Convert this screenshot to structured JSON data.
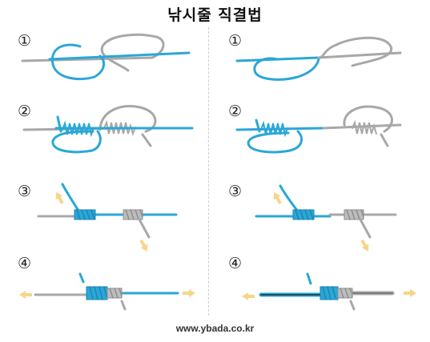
{
  "header": {
    "title": "낚시줄 직결법"
  },
  "steps": {
    "left": [
      "①",
      "②",
      "③",
      "④"
    ],
    "right": [
      "①",
      "②",
      "③",
      "④"
    ]
  },
  "footer": {
    "url": "www.ybada.co.kr"
  },
  "colors": {
    "blue_line": "#2aa7d8",
    "gray_line": "#a8a8a8",
    "arrow": "#f6d58a"
  }
}
